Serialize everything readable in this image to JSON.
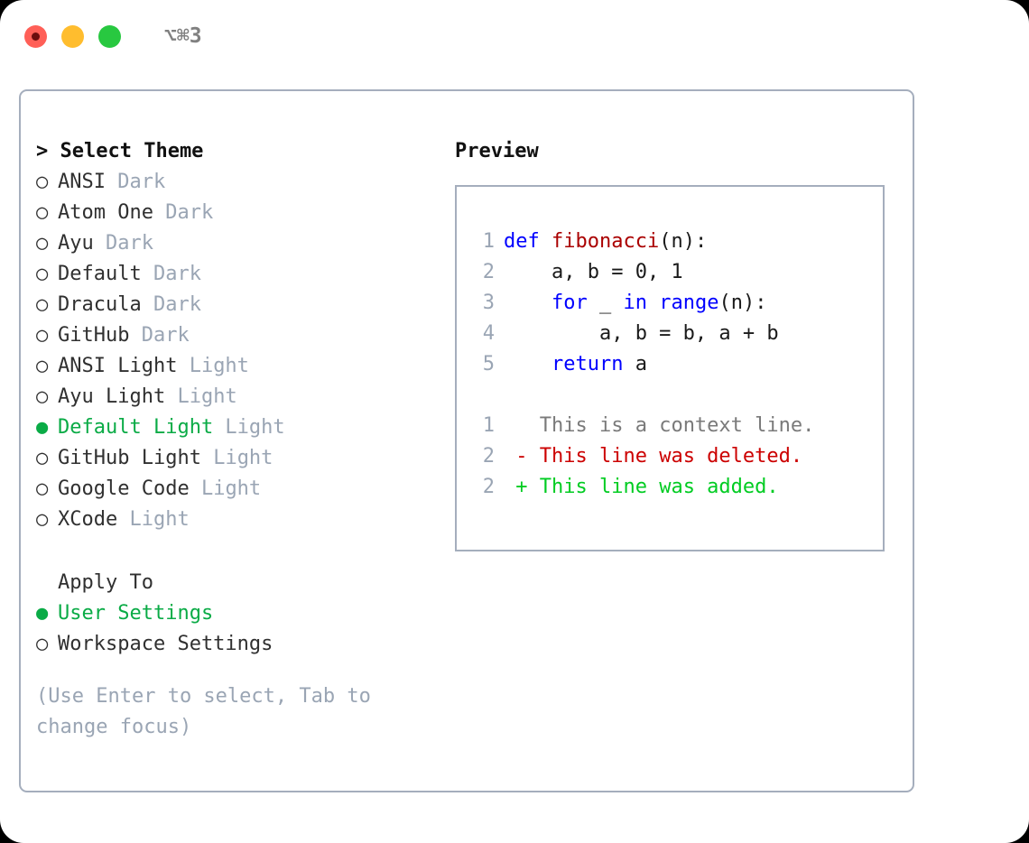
{
  "titlebar": {
    "traffic_lights": [
      "close-red",
      "minimize-yellow",
      "maximize-green"
    ],
    "shortcut": "⌥⌘3"
  },
  "theme_panel": {
    "header": "> Select Theme",
    "items": [
      {
        "bullet": "○",
        "name": "ANSI",
        "category": "Dark",
        "selected": false
      },
      {
        "bullet": "○",
        "name": "Atom One",
        "category": "Dark",
        "selected": false
      },
      {
        "bullet": "○",
        "name": "Ayu",
        "category": "Dark",
        "selected": false
      },
      {
        "bullet": "○",
        "name": "Default",
        "category": "Dark",
        "selected": false
      },
      {
        "bullet": "○",
        "name": "Dracula",
        "category": "Dark",
        "selected": false
      },
      {
        "bullet": "○",
        "name": "GitHub",
        "category": "Dark",
        "selected": false
      },
      {
        "bullet": "○",
        "name": "ANSI Light",
        "category": "Light",
        "selected": false
      },
      {
        "bullet": "○",
        "name": "Ayu Light",
        "category": "Light",
        "selected": false
      },
      {
        "bullet": "●",
        "name": "Default Light",
        "category": "Light",
        "selected": true
      },
      {
        "bullet": "○",
        "name": "GitHub Light",
        "category": "Light",
        "selected": false
      },
      {
        "bullet": "○",
        "name": "Google Code",
        "category": "Light",
        "selected": false
      },
      {
        "bullet": "○",
        "name": "XCode",
        "category": "Light",
        "selected": false
      }
    ]
  },
  "apply_to": {
    "header": "Apply To",
    "options": [
      {
        "bullet": "●",
        "label": "User Settings",
        "selected": true
      },
      {
        "bullet": "○",
        "label": "Workspace Settings",
        "selected": false
      }
    ]
  },
  "hint": "(Use Enter to select, Tab to change focus)",
  "preview": {
    "title": "Preview",
    "code_lines": [
      {
        "num": "1",
        "segments": [
          {
            "t": "def ",
            "c": "kw"
          },
          {
            "t": "fibonacci",
            "c": "fn"
          },
          {
            "t": "(n):",
            "c": "pl"
          }
        ]
      },
      {
        "num": "2",
        "segments": [
          {
            "t": "    a, b = 0, 1",
            "c": "pl"
          }
        ]
      },
      {
        "num": "3",
        "segments": [
          {
            "t": "    ",
            "c": "pl"
          },
          {
            "t": "for",
            "c": "kw"
          },
          {
            "t": " _ ",
            "c": "pl"
          },
          {
            "t": "in",
            "c": "kw"
          },
          {
            "t": " ",
            "c": "pl"
          },
          {
            "t": "range",
            "c": "kw"
          },
          {
            "t": "(n):",
            "c": "pl"
          }
        ]
      },
      {
        "num": "4",
        "segments": [
          {
            "t": "        a, b = b, a + b",
            "c": "pl"
          }
        ]
      },
      {
        "num": "5",
        "segments": [
          {
            "t": "    ",
            "c": "pl"
          },
          {
            "t": "return",
            "c": "kw"
          },
          {
            "t": " a",
            "c": "pl"
          }
        ]
      }
    ],
    "diff_lines": [
      {
        "num": "1",
        "marker": " ",
        "text": "This is a context line.",
        "kind": "d-ctx"
      },
      {
        "num": "2",
        "marker": "-",
        "text": "This line was deleted.",
        "kind": "d-del"
      },
      {
        "num": "2",
        "marker": "+",
        "text": "This line was added.",
        "kind": "d-add"
      }
    ]
  },
  "colors": {
    "selected_green": "#0aab46",
    "muted_gray": "#9aa5b4",
    "border": "#a5aebd",
    "keyword_blue": "#0000ff",
    "function_red": "#aa0000",
    "diff_deleted": "#cc0000",
    "diff_added": "#00cc22",
    "traffic_red": "#ff5f57",
    "traffic_yellow": "#ffbd2e",
    "traffic_green": "#28c840"
  }
}
